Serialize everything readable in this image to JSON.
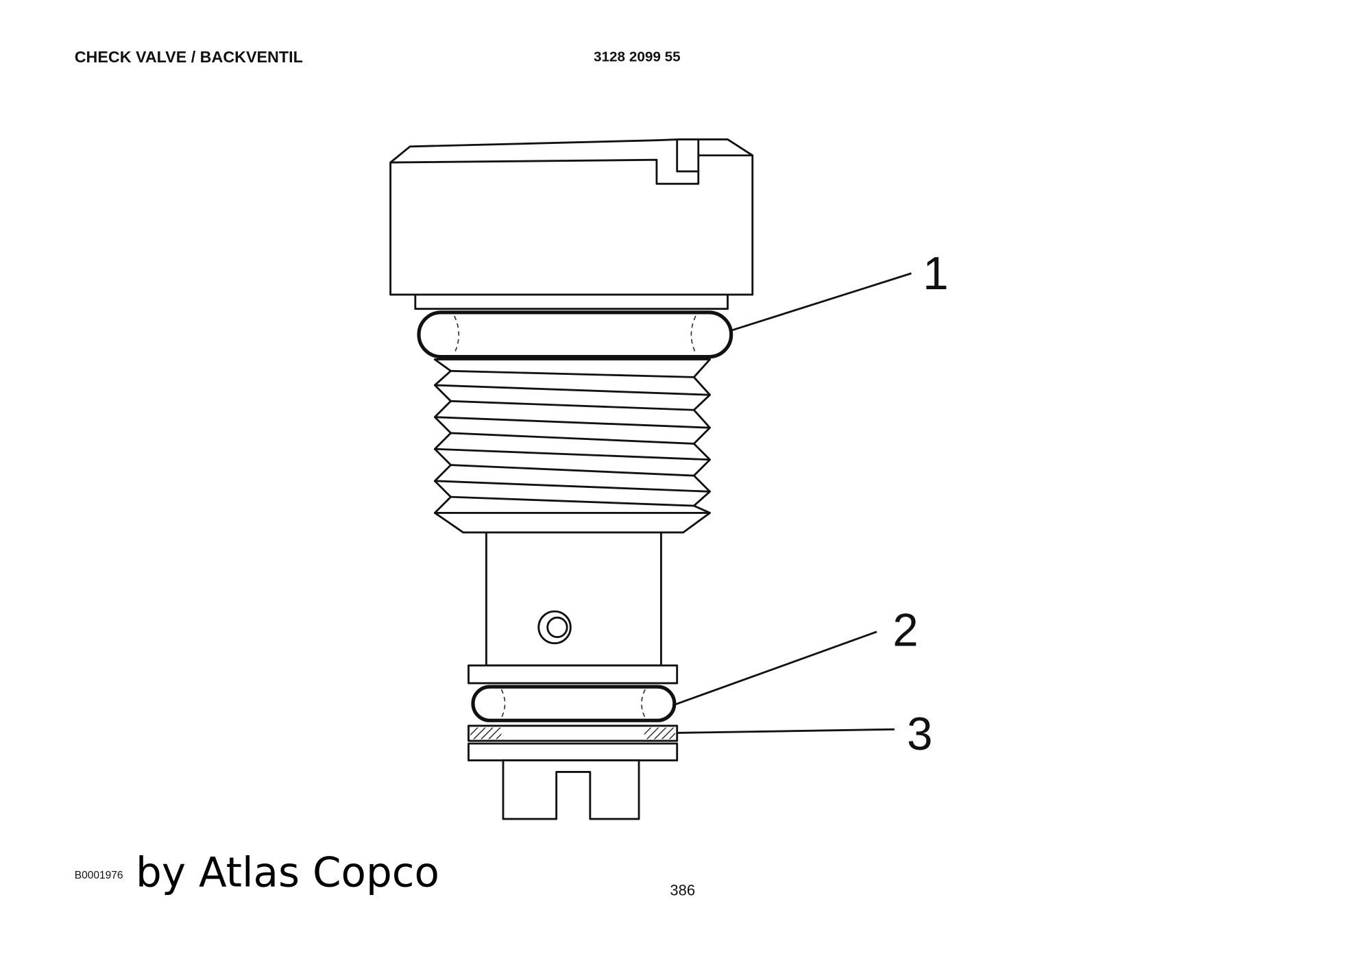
{
  "header": {
    "title": "CHECK VALVE / BACKVENTIL",
    "part_number": "3128 2099 55"
  },
  "callouts": [
    "1",
    "2",
    "3"
  ],
  "footer": {
    "drawing_id": "B0001976",
    "brand": "by Atlas Copco",
    "page_number": "386"
  }
}
